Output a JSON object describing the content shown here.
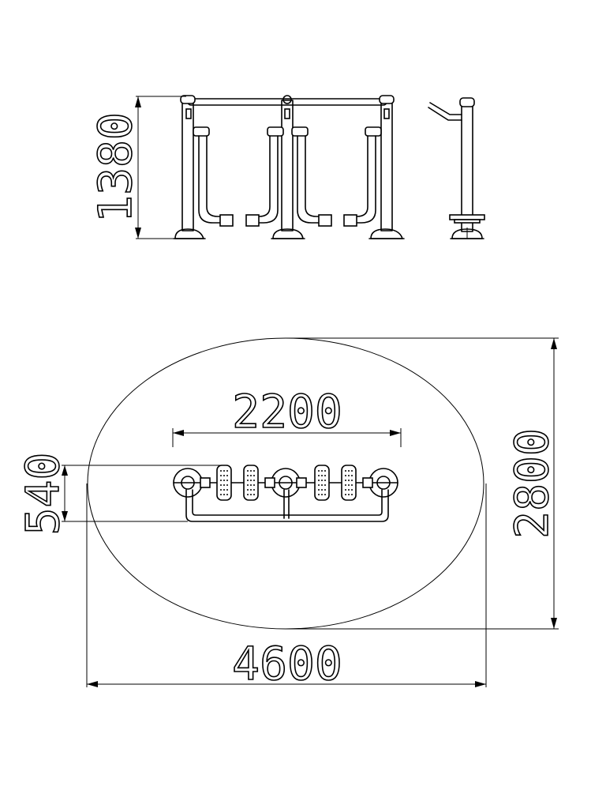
{
  "drawing": {
    "dimensions": {
      "height": "1380",
      "length": "2200",
      "depth": "540",
      "area_length": "4600",
      "area_width": "2800"
    }
  }
}
